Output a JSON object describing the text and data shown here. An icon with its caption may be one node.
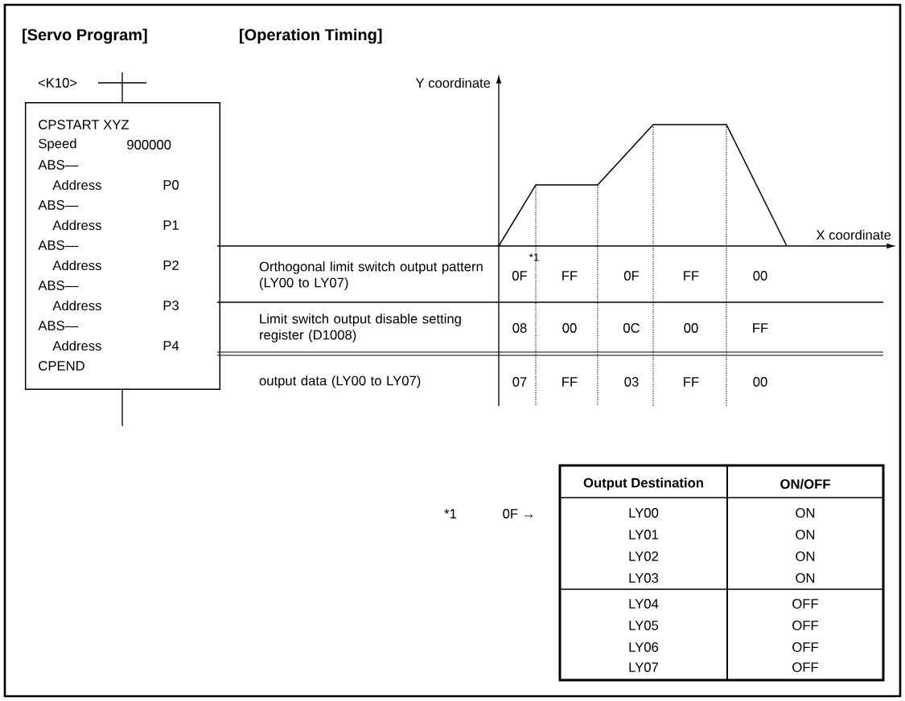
{
  "diagram": {
    "nodes": [
      {
        "text": [
          "CPSTART XYZ",
          "Speed",
          "900000",
          "ABS—",
          "Address",
          "P0",
          "ABS—",
          "Address",
          "P1",
          "ABS—",
          "Address",
          "P2",
          "ABS—",
          "Address",
          "P3",
          "ABS—",
          "Address",
          "P4",
          "CPEND"
        ]
      }
    ],
    "labels": [
      "[Servo Program]",
      "[Operation Timing]",
      "<K10>",
      "Y coordinate",
      "X coordinate",
      "Orthogonal limit switch output pattern (LY00 to LY07)",
      "*1",
      "0F",
      "FF",
      "0F",
      "FF",
      "00",
      "Limit switch output disable setting register (D1008)",
      "08",
      "00",
      "0C",
      "00",
      "FF",
      "output data (LY00 to LY07)",
      "07",
      "FF",
      "03",
      "FF",
      "00",
      "*1",
      "0F →",
      "Output Destination",
      "ON/OFF",
      "LY00",
      "ON",
      "LY01",
      "ON",
      "LY02",
      "ON",
      "LY03",
      "ON",
      "LY04",
      "OFF",
      "LY05",
      "OFF",
      "LY06",
      "OFF",
      "LY07",
      "OFF"
    ]
  }
}
